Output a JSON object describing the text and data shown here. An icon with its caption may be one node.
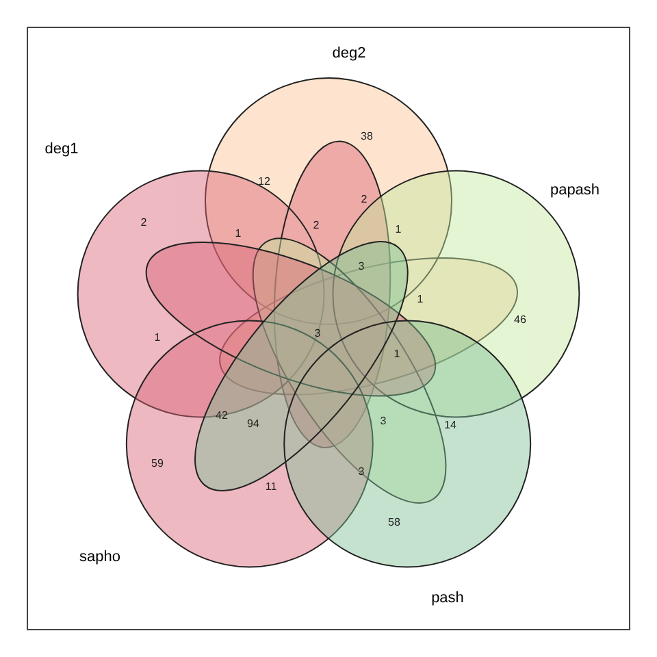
{
  "diagram": {
    "nodes": [
      {
        "text": [
          "deg2"
        ]
      },
      {
        "text": [
          "deg1"
        ]
      },
      {
        "text": [
          "papash"
        ]
      },
      {
        "text": [
          "sapho"
        ]
      },
      {
        "text": [
          "pash"
        ]
      }
    ],
    "labels": [
      "38",
      "12",
      "2",
      "2",
      "2",
      "1",
      "1",
      "3",
      "1",
      "46",
      "1",
      "3",
      "1",
      "42",
      "94",
      "3",
      "14",
      "59",
      "3",
      "11",
      "58"
    ]
  }
}
